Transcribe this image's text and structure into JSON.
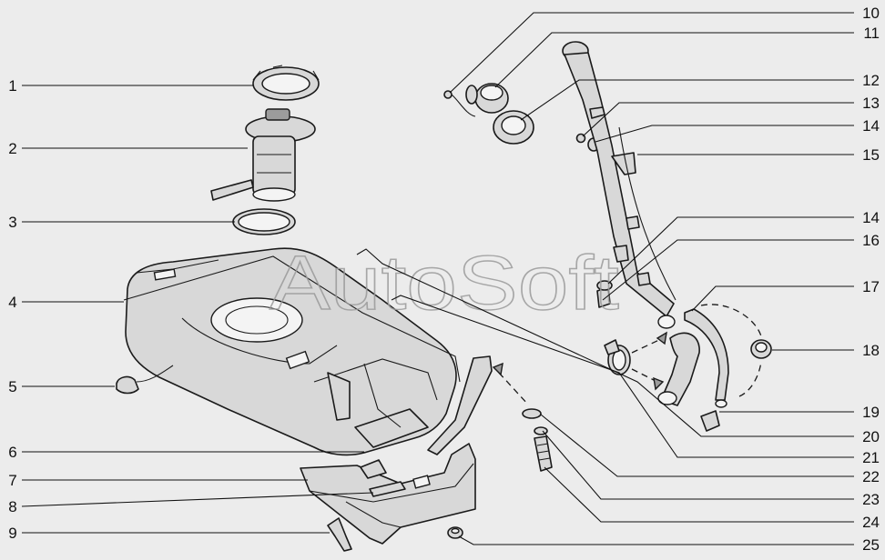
{
  "watermark": "AutoSoft",
  "callouts": [
    {
      "n": "1"
    },
    {
      "n": "2"
    },
    {
      "n": "3"
    },
    {
      "n": "4"
    },
    {
      "n": "5"
    },
    {
      "n": "6"
    },
    {
      "n": "7"
    },
    {
      "n": "8"
    },
    {
      "n": "9"
    },
    {
      "n": "10"
    },
    {
      "n": "11"
    },
    {
      "n": "12"
    },
    {
      "n": "13"
    },
    {
      "n": "14"
    },
    {
      "n": "15"
    },
    {
      "n": "14"
    },
    {
      "n": "16"
    },
    {
      "n": "17"
    },
    {
      "n": "18"
    },
    {
      "n": "19"
    },
    {
      "n": "20"
    },
    {
      "n": "21"
    },
    {
      "n": "22"
    },
    {
      "n": "23"
    },
    {
      "n": "24"
    },
    {
      "n": "25"
    }
  ],
  "colors": {
    "background": "#ececec",
    "line": "#1a1a1a",
    "watermark": "#9a9a9a"
  }
}
